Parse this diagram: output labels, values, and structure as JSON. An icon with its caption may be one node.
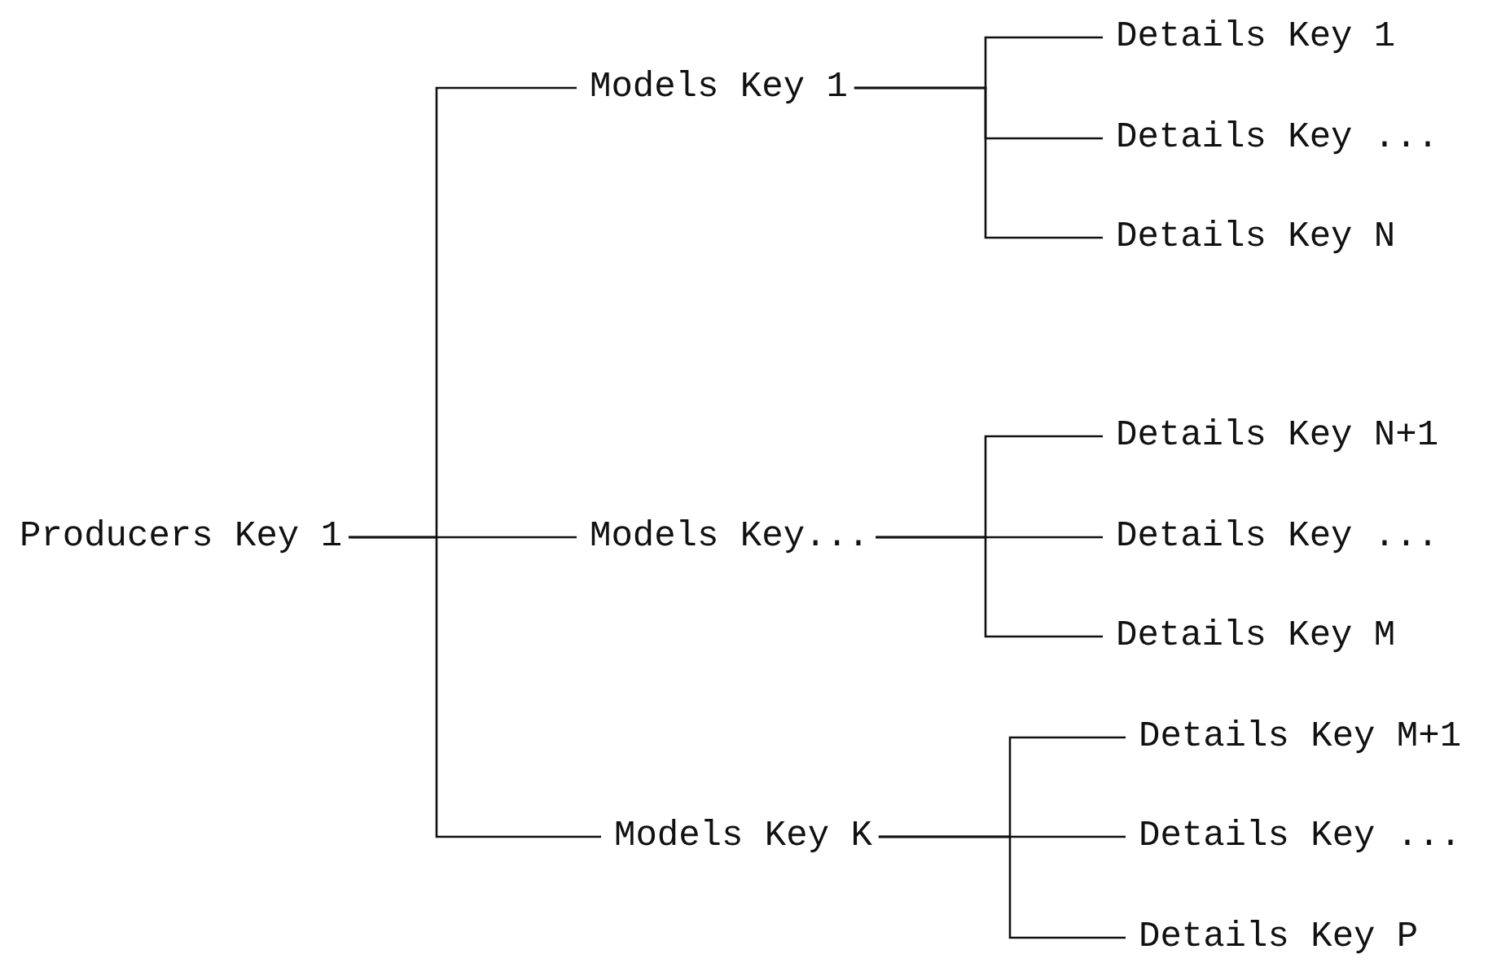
{
  "diagram": {
    "nodes": [
      {
        "text": [
          "Producers Key 1"
        ]
      },
      {
        "text": [
          "Models Key 1"
        ]
      },
      {
        "text": [
          "Models Key..."
        ]
      },
      {
        "text": [
          "Models Key K"
        ]
      },
      {
        "text": [
          "Details Key 1"
        ]
      },
      {
        "text": [
          "Details Key ..."
        ]
      },
      {
        "text": [
          "Details Key N"
        ]
      },
      {
        "text": [
          "Details Key N+1"
        ]
      },
      {
        "text": [
          "Details Key ..."
        ]
      },
      {
        "text": [
          "Details Key M"
        ]
      },
      {
        "text": [
          "Details Key M+1"
        ]
      },
      {
        "text": [
          "Details Key ..."
        ]
      },
      {
        "text": [
          "Details Key P"
        ]
      }
    ],
    "edges": [
      {
        "from": 0,
        "to": 1,
        "arrow": "none"
      },
      {
        "from": 0,
        "to": 2,
        "arrow": "none"
      },
      {
        "from": 0,
        "to": 3,
        "arrow": "none"
      },
      {
        "from": 1,
        "to": 4,
        "arrow": "none"
      },
      {
        "from": 1,
        "to": 5,
        "arrow": "none"
      },
      {
        "from": 1,
        "to": 6,
        "arrow": "none"
      },
      {
        "from": 2,
        "to": 7,
        "arrow": "none"
      },
      {
        "from": 2,
        "to": 8,
        "arrow": "none"
      },
      {
        "from": 2,
        "to": 9,
        "arrow": "none"
      },
      {
        "from": 3,
        "to": 10,
        "arrow": "none"
      },
      {
        "from": 3,
        "to": 11,
        "arrow": "none"
      },
      {
        "from": 3,
        "to": 12,
        "arrow": "none"
      }
    ]
  }
}
